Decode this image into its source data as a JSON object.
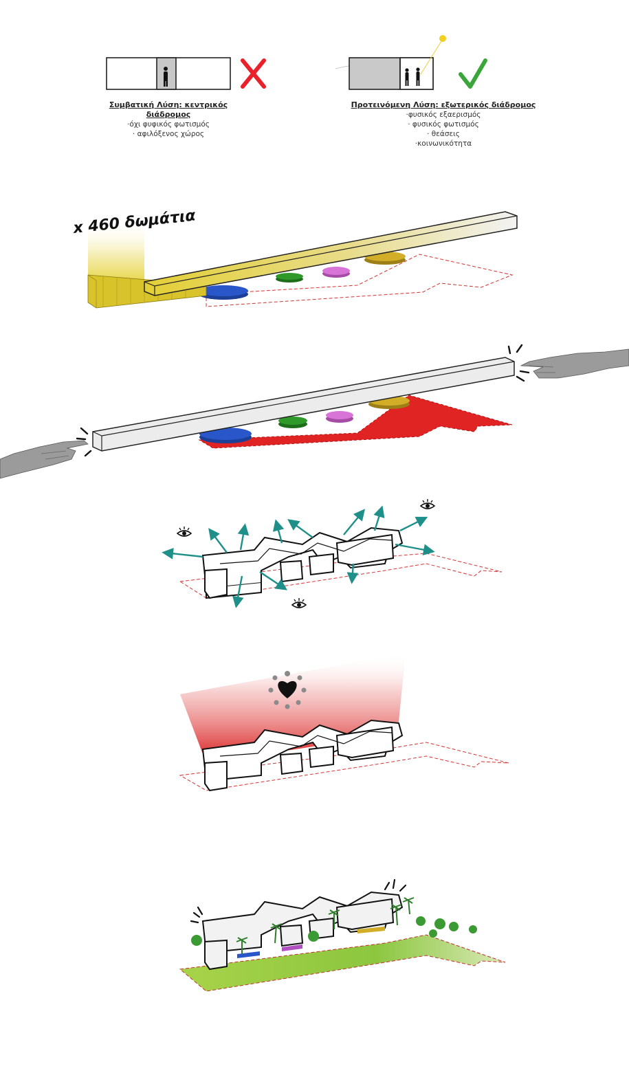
{
  "comparison": {
    "conventional": {
      "title": "Συμβατική Λύση: κεντρικός διάδρομος",
      "items": [
        "·όχι φυφικός φωτισμός",
        "· αφιλόξενος χώρος"
      ],
      "verdict_icon": "cross-icon",
      "verdict_color": "#e8212b"
    },
    "proposed": {
      "title": "Προτεινόμενη Λύση: εξωτερικός διάδρομος",
      "items": [
        "·φυσικός εξαερισμός",
        "· φυσικός φωτισμός",
        "· θεάσεις",
        "·κοινωνικότητα"
      ],
      "verdict_icon": "check-icon",
      "verdict_color": "#3aa63a",
      "sun_color": "#f0d020"
    }
  },
  "rooms": {
    "label": "x 460 δωμάτια",
    "color": "#e6d33a"
  },
  "colors": {
    "blue": "#2957c9",
    "green": "#2f9a2a",
    "pink": "#d873d8",
    "gold": "#d2ad28",
    "red": "#e02424",
    "teal": "#1f8f8a",
    "grass": "#8cc63f"
  },
  "icons": [
    "eye-icon",
    "heart-icon",
    "hand-icon",
    "palm-tree-icon",
    "tree-icon"
  ]
}
